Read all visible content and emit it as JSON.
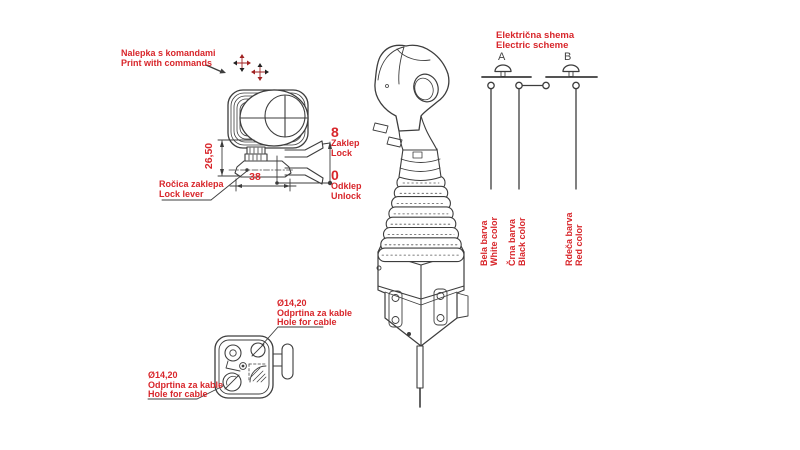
{
  "colors": {
    "accent_red": "#d8262b",
    "line_dark": "#3d3d3d"
  },
  "head_view": {
    "sticker_note_line1": "Nalepka s komandami",
    "sticker_note_line2": "Print with commands",
    "lock_lever_line1": "Ročica zaklepa",
    "lock_lever_line2": "Lock lever",
    "dim_height": "26,50",
    "dim_width": "38",
    "lock": {
      "value": "8",
      "sl": "Zaklep",
      "en": "Lock"
    },
    "unlock": {
      "value": "0",
      "sl": "Odklep",
      "en": "Unlock"
    }
  },
  "electric_scheme": {
    "title_sl": "Električna shema",
    "title_en": "Electric scheme",
    "switch_a": "A",
    "switch_b": "B",
    "wires": [
      {
        "sl": "Bela barva",
        "en": "White color"
      },
      {
        "sl": "Črna barva",
        "en": "Black color"
      },
      {
        "sl": "Rdeča barva",
        "en": "Red color"
      }
    ]
  },
  "bottom_view": {
    "hole_top": {
      "diameter": "Ø14,20",
      "sl": "Odprtina za kable",
      "en": "Hole for cable"
    },
    "hole_bottom": {
      "diameter": "Ø14,20",
      "sl": "Odprtina za kable",
      "en": "Hole for cable"
    }
  }
}
